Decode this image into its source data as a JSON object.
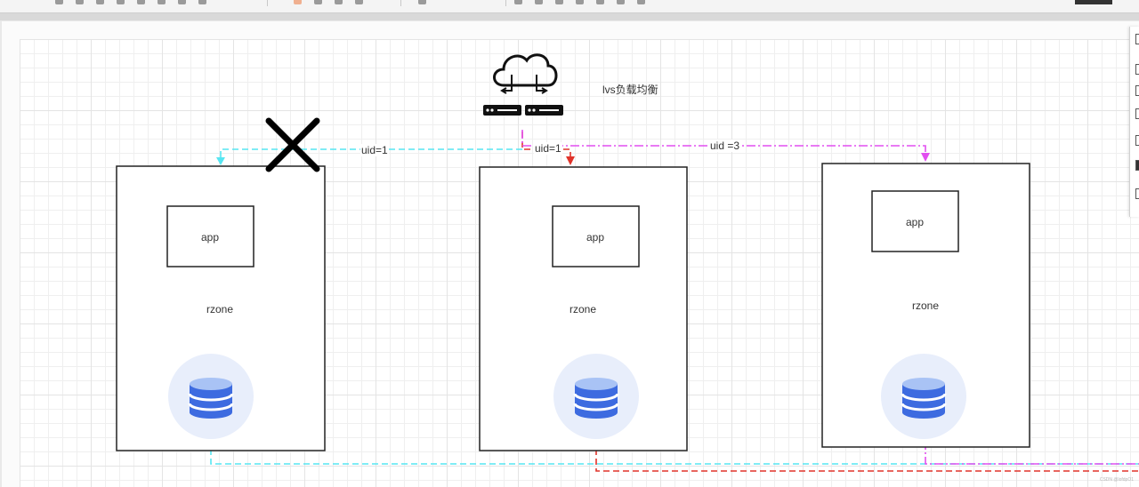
{
  "diagram": {
    "lb_label": "lvs负载均衡",
    "edges": [
      {
        "label": "uid=1",
        "color": "#56e6f2",
        "target": "zone-left"
      },
      {
        "label": "uid=1",
        "color": "#e0332a",
        "target": "zone-middle"
      },
      {
        "label": "uid =3",
        "color": "#e24ff0",
        "target": "zone-right"
      }
    ],
    "zones": [
      {
        "id": "zone-left",
        "zone_label": "rzone",
        "app_label": "app",
        "status": "down"
      },
      {
        "id": "zone-middle",
        "zone_label": "rzone",
        "app_label": "app",
        "status": "up"
      },
      {
        "id": "zone-right",
        "zone_label": "rzone",
        "app_label": "app",
        "status": "up"
      }
    ],
    "icons": [
      "cloud-icon",
      "server-icon",
      "database-icon",
      "cross-mark-icon"
    ]
  },
  "watermark": "CSDN @lofdpO1"
}
